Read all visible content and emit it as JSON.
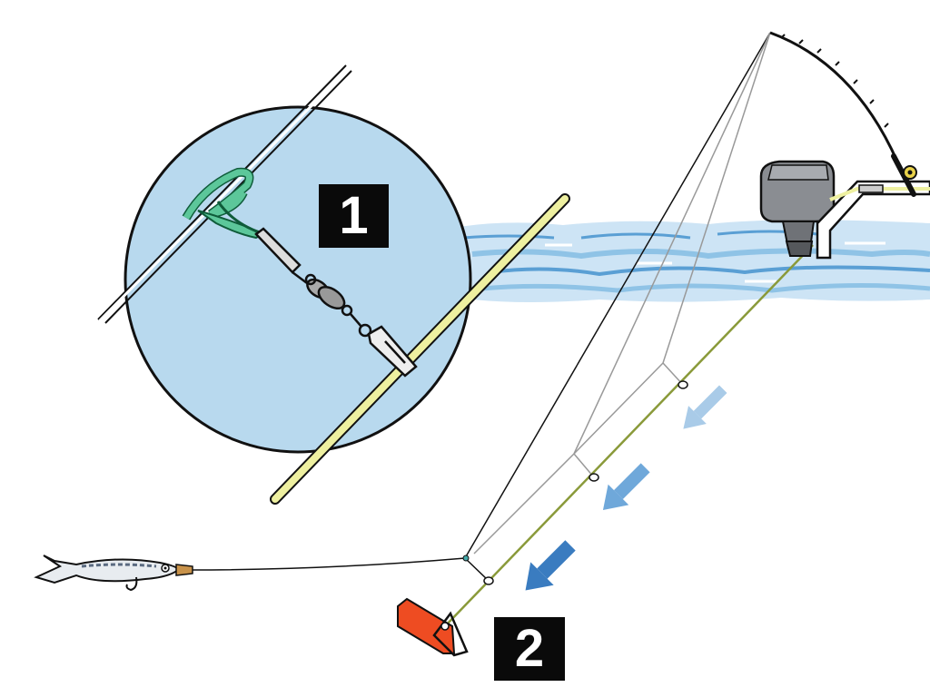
{
  "diagram": {
    "callouts": [
      {
        "id": "1",
        "label": "1"
      },
      {
        "id": "2",
        "label": "2"
      }
    ]
  },
  "colors": {
    "inset_circle_fill": "#b8d9ee",
    "water_light": "#cde4f5",
    "water_mid": "#8fc3e6",
    "water_dark": "#5a9fd4",
    "fishing_line": "#8a9a3a",
    "main_line_yellow": "#eef0a0",
    "rubber_band_green": "#5cc79a",
    "planer_orange": "#ee4c22",
    "motor_gray": "#8a8d92",
    "arrow_light": "#a9cbe8",
    "arrow_mid": "#6fa8da",
    "arrow_dark": "#3a7cc0",
    "badge_bg": "#0a0a0a"
  },
  "icons": [
    "snap-swivel-icon",
    "planer-icon",
    "bait-fish-icon",
    "outboard-motor-icon",
    "fishing-rod-icon",
    "direction-arrow-icon"
  ]
}
